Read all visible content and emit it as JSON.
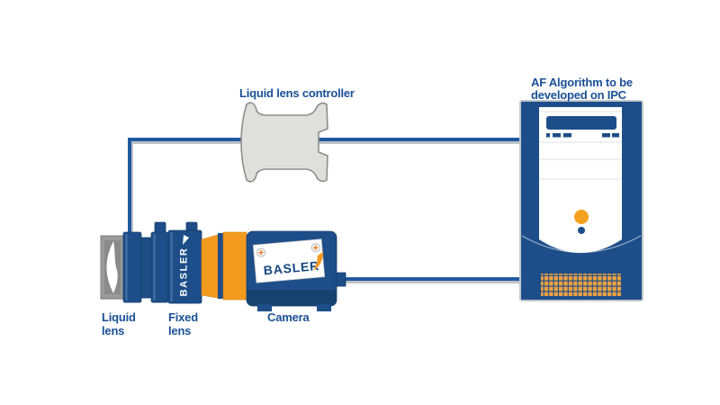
{
  "diagram": {
    "title_context": "Liquid lens vision system diagram",
    "colors": {
      "body_blue": "#1d4e89",
      "wire_blue": "#1f5a9e",
      "accent_orange": "#f39b1f",
      "label_text_blue": "#1a5096",
      "controller_gray": "#dfdfdd",
      "bracket_gray": "#9b9b9b",
      "panel_white": "#ffffff"
    },
    "labels": {
      "controller": "Liquid lens controller",
      "ipc_line1": "AF Algorithm to be",
      "ipc_line2": "developed on IPC",
      "liquid_lens_line1": "Liquid",
      "liquid_lens_line2": "lens",
      "fixed_lens_line1": "Fixed",
      "fixed_lens_line2": "lens",
      "camera": "Camera"
    },
    "branding": {
      "lens_logo": "BASLER",
      "camera_logo": "BASLER"
    }
  }
}
